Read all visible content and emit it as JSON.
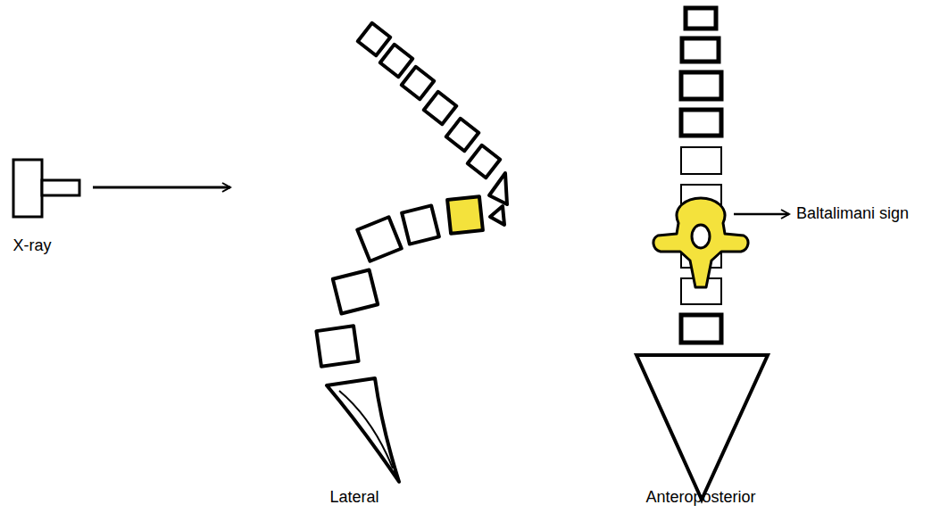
{
  "diagram": {
    "labels": [
      "X-ray",
      "Lateral",
      "Anteroposterior",
      "Baltalimani sign"
    ]
  }
}
